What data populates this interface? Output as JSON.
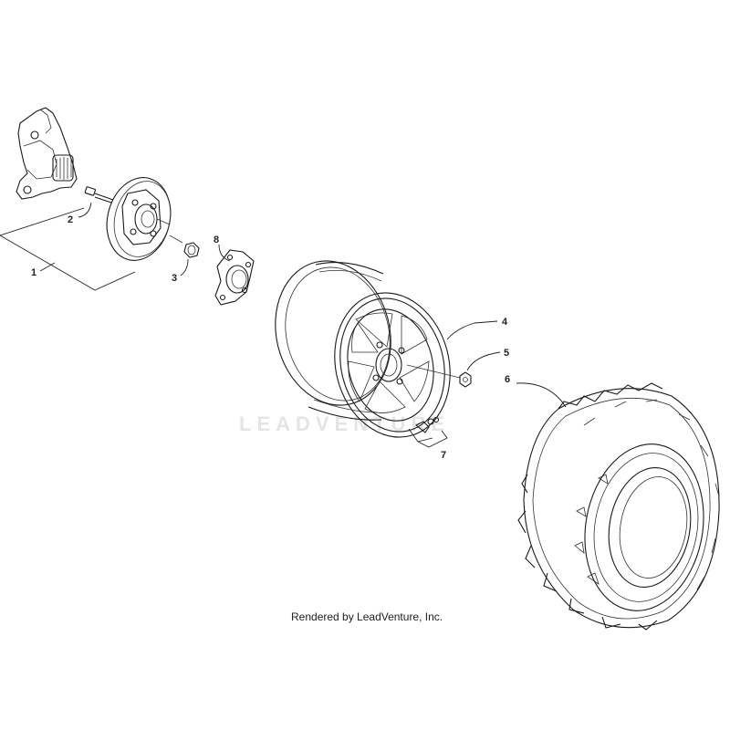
{
  "callouts": {
    "c1": "1",
    "c2": "2",
    "c3": "3",
    "c4": "4",
    "c5": "5",
    "c6": "6",
    "c7": "7",
    "c8": "8"
  },
  "watermark": "LEADVENTURE",
  "credit": "Rendered by LeadVenture, Inc."
}
